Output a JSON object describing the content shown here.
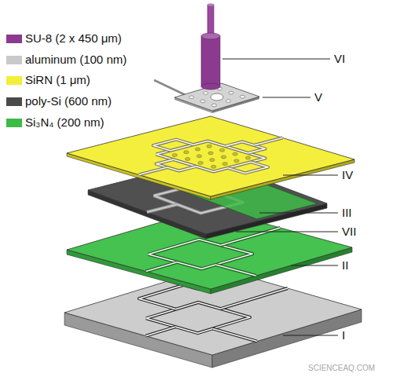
{
  "diagram": {
    "labels": [
      "VI",
      "V",
      "IV",
      "III",
      "VII",
      "II",
      "I",
      "SCIENCEAQ.COM"
    ],
    "legend": [
      {
        "text": "SU-8 (2 x 450 μm)",
        "color": "#8b3a8f"
      },
      {
        "text": "aluminum (100 nm)",
        "color": "#c9c9c9"
      },
      {
        "text": "SiRN (1 μm)",
        "color": "#f2ee3a"
      },
      {
        "text": "poly-Si (600 nm)",
        "color": "#4a4a4a"
      },
      {
        "text": "Si₃N₄ (200 nm)",
        "color": "#3dbb47"
      }
    ]
  }
}
